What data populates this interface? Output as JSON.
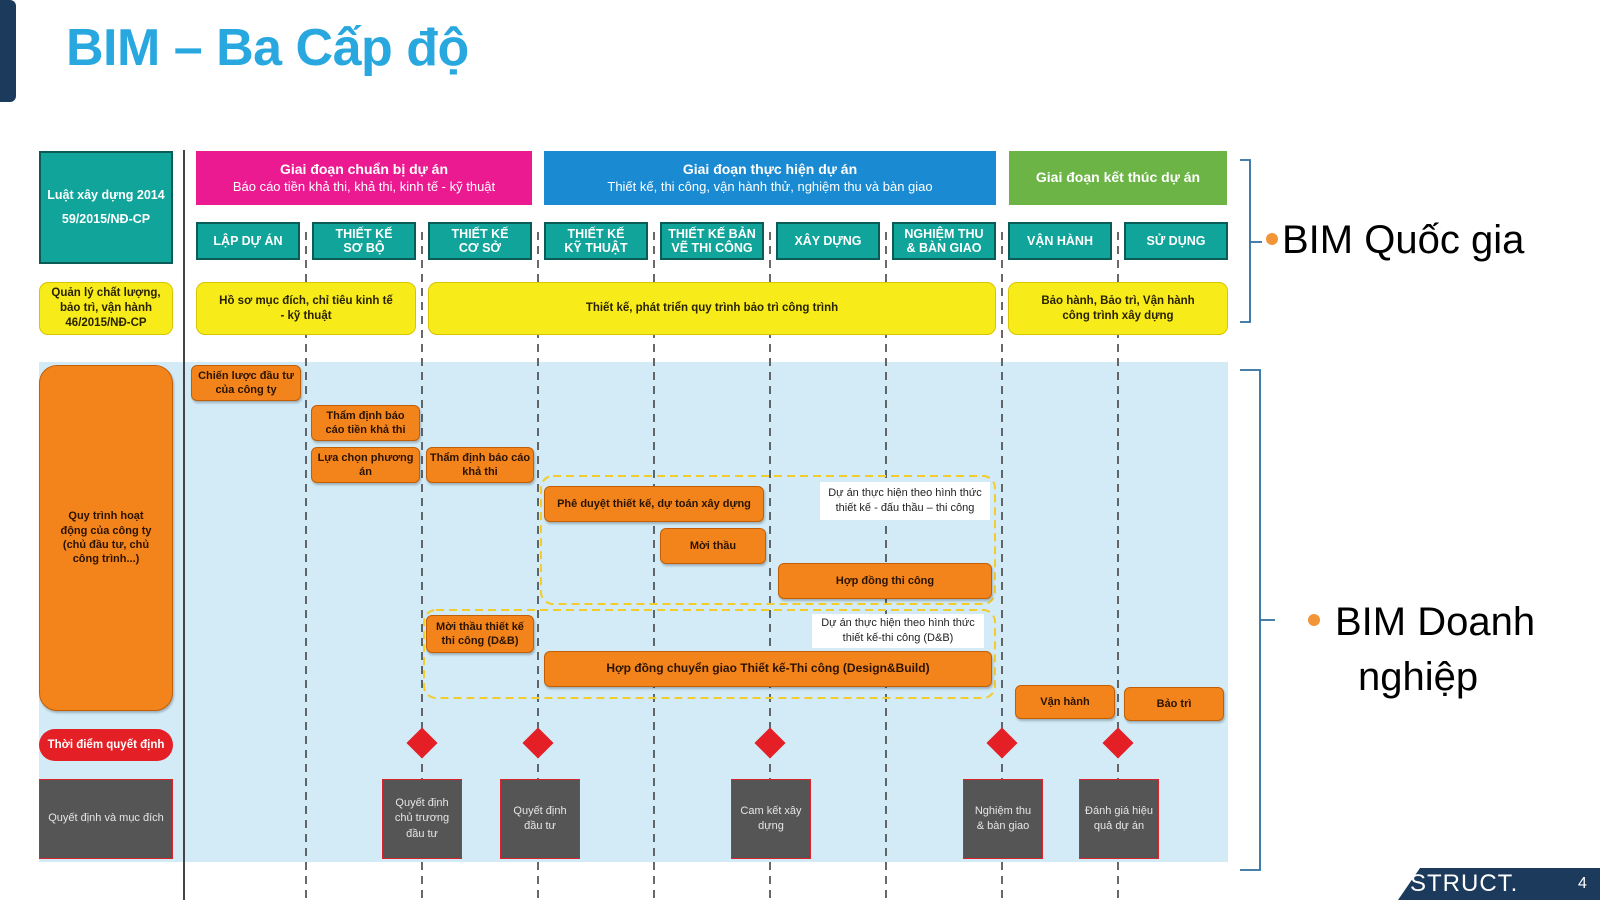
{
  "slide": {
    "title": "BIM – Ba Cấp độ",
    "brand": "STRUCT.",
    "page_number": "4"
  },
  "law_box": {
    "line1": "Luật xây dựng 2014",
    "line2": "59/2015/NĐ-CP"
  },
  "phases": [
    {
      "title": "Giai đoạn chuẩn bị dự án",
      "subtitle": "Báo cáo tiền khả thi, khả thi, kinh tế - kỹ thuật",
      "color": "#ec1a90"
    },
    {
      "title": "Giai đoạn thực hiện dự án",
      "subtitle": "Thiết kế, thi công, vận hành thử, nghiệm thu và bàn giao",
      "color": "#1a8bd2"
    },
    {
      "title": "Giai đoạn kết thúc dự án",
      "subtitle": "",
      "color": "#6cb445"
    }
  ],
  "steps": [
    {
      "line1": "LẬP DỰ ÁN",
      "line2": ""
    },
    {
      "line1": "THIẾT KẾ",
      "line2": "SƠ BỘ"
    },
    {
      "line1": "THIẾT KẾ",
      "line2": "CƠ SỞ"
    },
    {
      "line1": "THIẾT KẾ",
      "line2": "KỸ THUẬT"
    },
    {
      "line1": "THIẾT KẾ BẢN",
      "line2": "VẼ THI CÔNG"
    },
    {
      "line1": "XÂY DỰNG",
      "line2": ""
    },
    {
      "line1": "NGHIỆM THU",
      "line2": "& BÀN GIAO"
    },
    {
      "line1": "VẬN HÀNH",
      "line2": ""
    },
    {
      "line1": "SỬ DỤNG",
      "line2": ""
    }
  ],
  "quality_box": {
    "line1": "Quản lý chất lượng,",
    "line2": "bảo trì, vận hành",
    "line3": "46/2015/NĐ-CP"
  },
  "quality_bars": [
    {
      "line1": "Hồ sơ mục đích, chỉ tiêu kinh tế",
      "line2": "- kỹ thuật"
    },
    {
      "line1": "Thiết kế, phát triển quy trình bảo trì công trình",
      "line2": ""
    },
    {
      "line1": "Bảo hành, Bảo trì, Vận hành",
      "line2": "công trình xây dựng"
    }
  ],
  "company_process": {
    "line1": "Quy trình hoạt",
    "line2": "động của công ty",
    "line3": "(chủ đầu tư, chủ",
    "line4": "công trình...)"
  },
  "activities": [
    {
      "line1": "Chiến lược đầu tư",
      "line2": "của công ty"
    },
    {
      "line1": "Thẩm định báo",
      "line2": "cáo tiền khả thi"
    },
    {
      "line1": "Lựa chọn phương",
      "line2": "án"
    },
    {
      "line1": "Thẩm định báo cáo",
      "line2": "khả thi"
    },
    {
      "line1": "Phê duyệt thiết kế, dự toán xây dựng",
      "line2": ""
    },
    {
      "line1": "Mời thầu",
      "line2": ""
    },
    {
      "line1": "Hợp đồng thi công",
      "line2": ""
    },
    {
      "line1": "Mời thầu thiết kế",
      "line2": "thi công (D&B)"
    },
    {
      "line1": "Hợp đồng chuyển giao Thiết kế-Thi công (Design&Build)",
      "line2": ""
    },
    {
      "line1": "Vận hành",
      "line2": ""
    },
    {
      "line1": "Bảo trì",
      "line2": ""
    }
  ],
  "notes": [
    {
      "line1": "Dự án thực hiện theo hình thức",
      "line2": "thiết kế - đấu thầu – thi công"
    },
    {
      "line1": "Dự án thực hiện theo hình thức",
      "line2": "thiết kế-thi công (D&B)"
    }
  ],
  "decision_time": "Thời điểm quyết định",
  "decision_purpose": "Quyết định và mục đích",
  "decisions": [
    {
      "line1": "Quyết định",
      "line2": "chủ trương",
      "line3": "đầu tư"
    },
    {
      "line1": "Quyết định",
      "line2": "đầu tư",
      "line3": ""
    },
    {
      "line1": "Cam kết xây",
      "line2": "dựng",
      "line3": ""
    },
    {
      "line1": "Nghiệm thu",
      "line2": "& bàn giao",
      "line3": ""
    },
    {
      "line1": "Đánh giá hiệu",
      "line2": "quả dự án",
      "line3": ""
    }
  ],
  "levels": {
    "national": "BIM Quốc gia",
    "enterprise_line1": "BIM Doanh",
    "enterprise_line2": "nghiệp"
  }
}
